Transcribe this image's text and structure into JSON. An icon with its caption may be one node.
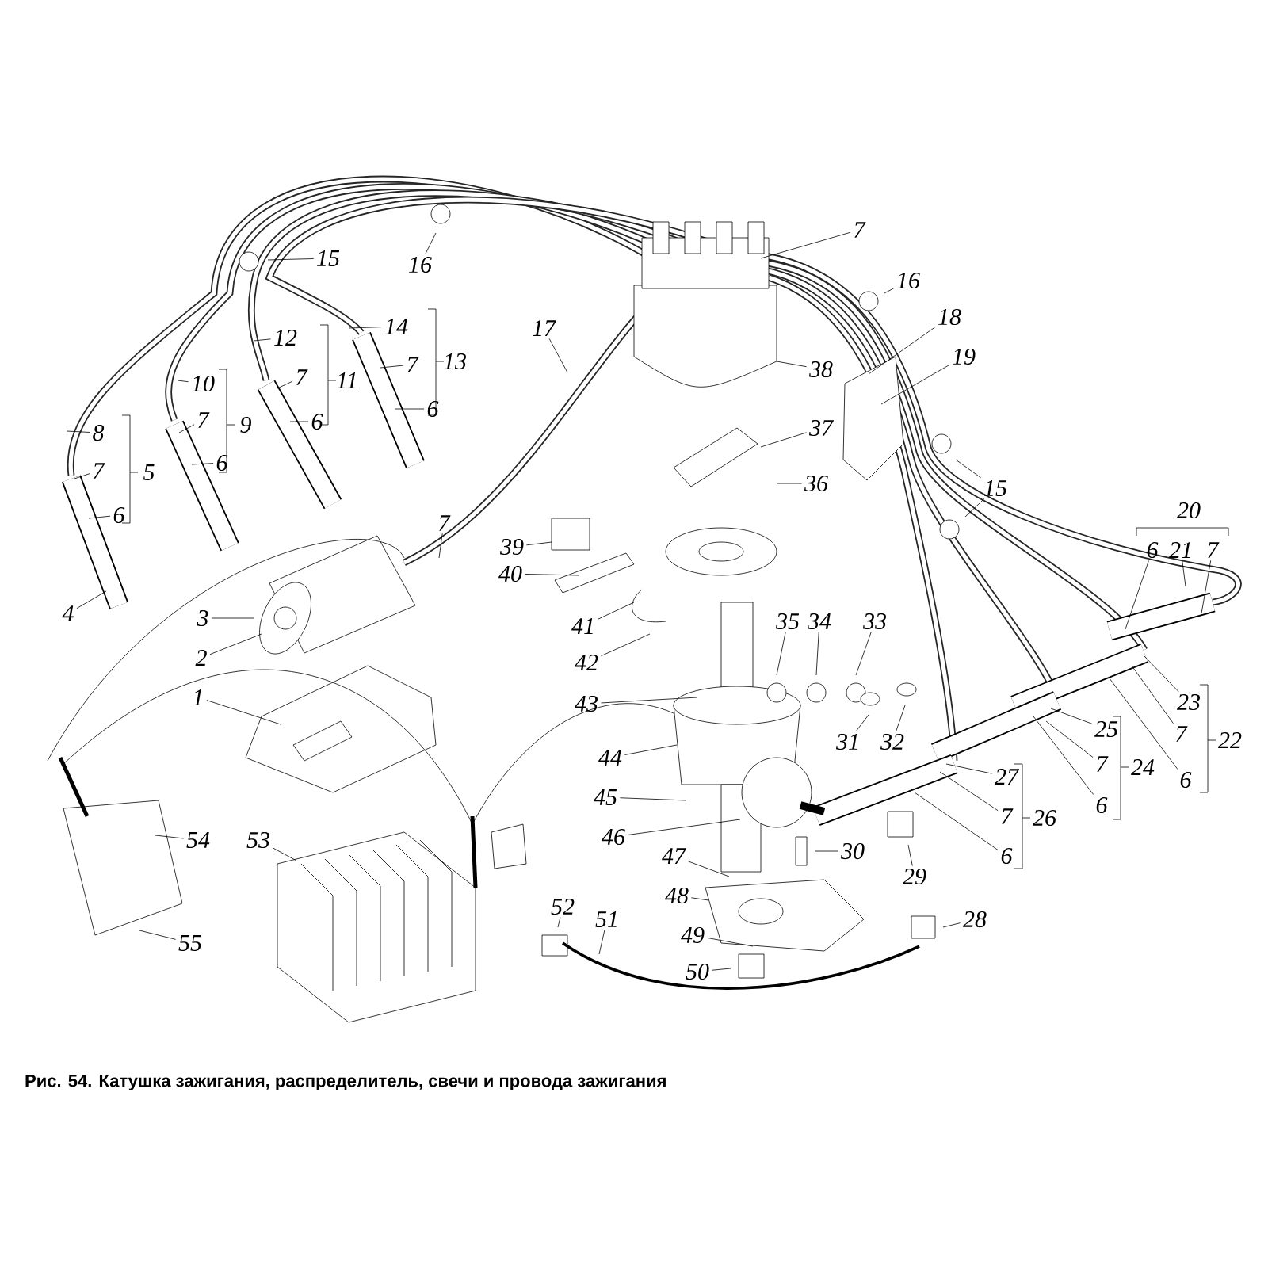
{
  "diagram": {
    "caption": "Рис. 54. Катушка зажигания, распределитель, свечи и провода зажигания",
    "nodes": [
      {
        "text": [
          "15"
        ]
      },
      {
        "text": [
          "16"
        ]
      },
      {
        "text": [
          "7"
        ]
      },
      {
        "text": [
          "16"
        ]
      },
      {
        "text": [
          "18"
        ]
      },
      {
        "text": [
          "14"
        ]
      },
      {
        "text": [
          "17"
        ]
      },
      {
        "text": [
          "12"
        ]
      },
      {
        "text": [
          "19"
        ]
      },
      {
        "text": [
          "7"
        ]
      },
      {
        "text": [
          "38"
        ]
      },
      {
        "text": [
          "7"
        ]
      },
      {
        "text": [
          "10"
        ]
      },
      {
        "text": [
          "6"
        ]
      },
      {
        "text": [
          "6"
        ]
      },
      {
        "text": [
          "7"
        ]
      },
      {
        "text": [
          "37"
        ]
      },
      {
        "text": [
          "8"
        ]
      },
      {
        "text": [
          "6"
        ]
      },
      {
        "text": [
          "7"
        ]
      },
      {
        "text": [
          "36"
        ]
      },
      {
        "text": [
          "15"
        ]
      },
      {
        "text": [
          "6"
        ]
      },
      {
        "text": [
          "7"
        ]
      },
      {
        "text": [
          "39"
        ]
      },
      {
        "text": [
          "6"
        ]
      },
      {
        "text": [
          "21"
        ]
      },
      {
        "text": [
          "7"
        ]
      },
      {
        "text": [
          "40"
        ]
      },
      {
        "text": [
          "4"
        ]
      },
      {
        "text": [
          "3"
        ]
      },
      {
        "text": [
          "35"
        ]
      },
      {
        "text": [
          "34"
        ]
      },
      {
        "text": [
          "33"
        ]
      },
      {
        "text": [
          "41"
        ]
      },
      {
        "text": [
          "2"
        ]
      },
      {
        "text": [
          "42"
        ]
      },
      {
        "text": [
          "1"
        ]
      },
      {
        "text": [
          "23"
        ]
      },
      {
        "text": [
          "43"
        ]
      },
      {
        "text": [
          "25"
        ]
      },
      {
        "text": [
          "7"
        ]
      },
      {
        "text": [
          "31"
        ]
      },
      {
        "text": [
          "32"
        ]
      },
      {
        "text": [
          "44"
        ]
      },
      {
        "text": [
          "7"
        ]
      },
      {
        "text": [
          "27"
        ]
      },
      {
        "text": [
          "6"
        ]
      },
      {
        "text": [
          "45"
        ]
      },
      {
        "text": [
          "6"
        ]
      },
      {
        "text": [
          "7"
        ]
      },
      {
        "text": [
          "46"
        ]
      },
      {
        "text": [
          "54"
        ]
      },
      {
        "text": [
          "53"
        ]
      },
      {
        "text": [
          "30"
        ]
      },
      {
        "text": [
          "6"
        ]
      },
      {
        "text": [
          "47"
        ]
      },
      {
        "text": [
          "29"
        ]
      },
      {
        "text": [
          "48"
        ]
      },
      {
        "text": [
          "52"
        ]
      },
      {
        "text": [
          "28"
        ]
      },
      {
        "text": [
          "51"
        ]
      },
      {
        "text": [
          "49"
        ]
      },
      {
        "text": [
          "55"
        ]
      },
      {
        "text": [
          "50"
        ]
      }
    ],
    "edges": [
      {
        "from": 0,
        "to": null,
        "arrow": "none"
      },
      {
        "from": 1,
        "to": null,
        "arrow": "none"
      },
      {
        "from": 2,
        "to": null,
        "arrow": "none"
      },
      {
        "from": 3,
        "to": null,
        "arrow": "none"
      },
      {
        "from": 4,
        "to": null,
        "arrow": "none"
      },
      {
        "from": 5,
        "to": null,
        "arrow": "none"
      },
      {
        "from": 6,
        "to": null,
        "arrow": "none"
      },
      {
        "from": 7,
        "to": null,
        "arrow": "none"
      },
      {
        "from": 8,
        "to": null,
        "arrow": "none"
      },
      {
        "from": 9,
        "to": null,
        "arrow": "none"
      },
      {
        "from": 10,
        "to": null,
        "arrow": "none"
      },
      {
        "from": 11,
        "to": null,
        "arrow": "none"
      },
      {
        "from": 12,
        "to": null,
        "arrow": "none"
      },
      {
        "from": 13,
        "to": null,
        "arrow": "none"
      },
      {
        "from": 14,
        "to": null,
        "arrow": "none"
      },
      {
        "from": 15,
        "to": null,
        "arrow": "none"
      },
      {
        "from": 16,
        "to": null,
        "arrow": "none"
      },
      {
        "from": 17,
        "to": null,
        "arrow": "none"
      },
      {
        "from": 18,
        "to": null,
        "arrow": "none"
      },
      {
        "from": 19,
        "to": null,
        "arrow": "none"
      },
      {
        "from": 20,
        "to": null,
        "arrow": "none"
      },
      {
        "from": 21,
        "to": null,
        "arrow": "none"
      },
      {
        "from": 21,
        "to": null,
        "arrow": "none"
      },
      {
        "from": 22,
        "to": null,
        "arrow": "none"
      },
      {
        "from": 23,
        "to": null,
        "arrow": "none"
      },
      {
        "from": 24,
        "to": null,
        "arrow": "none"
      },
      {
        "from": 25,
        "to": null,
        "arrow": "none"
      },
      {
        "from": 26,
        "to": null,
        "arrow": "none"
      },
      {
        "from": 27,
        "to": null,
        "arrow": "none"
      },
      {
        "from": 28,
        "to": null,
        "arrow": "none"
      },
      {
        "from": 29,
        "to": null,
        "arrow": "none"
      },
      {
        "from": 30,
        "to": null,
        "arrow": "none"
      },
      {
        "from": 31,
        "to": null,
        "arrow": "none"
      },
      {
        "from": 32,
        "to": null,
        "arrow": "none"
      },
      {
        "from": 33,
        "to": null,
        "arrow": "none"
      },
      {
        "from": 34,
        "to": null,
        "arrow": "none"
      },
      {
        "from": 35,
        "to": null,
        "arrow": "none"
      },
      {
        "from": 36,
        "to": null,
        "arrow": "none"
      },
      {
        "from": 37,
        "to": null,
        "arrow": "none"
      },
      {
        "from": 38,
        "to": null,
        "arrow": "none"
      },
      {
        "from": 39,
        "to": null,
        "arrow": "none"
      },
      {
        "from": 40,
        "to": null,
        "arrow": "none"
      },
      {
        "from": 41,
        "to": null,
        "arrow": "none"
      },
      {
        "from": 42,
        "to": null,
        "arrow": "none"
      },
      {
        "from": 43,
        "to": null,
        "arrow": "none"
      },
      {
        "from": 44,
        "to": null,
        "arrow": "none"
      },
      {
        "from": 45,
        "to": null,
        "arrow": "none"
      },
      {
        "from": 46,
        "to": null,
        "arrow": "none"
      },
      {
        "from": 47,
        "to": null,
        "arrow": "none"
      },
      {
        "from": 48,
        "to": null,
        "arrow": "none"
      },
      {
        "from": 49,
        "to": null,
        "arrow": "none"
      },
      {
        "from": 50,
        "to": null,
        "arrow": "none"
      },
      {
        "from": 51,
        "to": null,
        "arrow": "none"
      },
      {
        "from": 52,
        "to": null,
        "arrow": "none"
      },
      {
        "from": 53,
        "to": null,
        "arrow": "none"
      },
      {
        "from": 54,
        "to": null,
        "arrow": "none"
      },
      {
        "from": 55,
        "to": null,
        "arrow": "none"
      },
      {
        "from": 56,
        "to": null,
        "arrow": "none"
      },
      {
        "from": 57,
        "to": null,
        "arrow": "none"
      },
      {
        "from": 58,
        "to": null,
        "arrow": "none"
      },
      {
        "from": 59,
        "to": null,
        "arrow": "none"
      },
      {
        "from": 60,
        "to": null,
        "arrow": "none"
      },
      {
        "from": 61,
        "to": null,
        "arrow": "none"
      },
      {
        "from": 62,
        "to": null,
        "arrow": "none"
      },
      {
        "from": 63,
        "to": null,
        "arrow": "none"
      },
      {
        "from": 64,
        "to": null,
        "arrow": "none"
      }
    ],
    "labels": [
      "13",
      "11",
      "9",
      "5",
      "20",
      "22",
      "24",
      "26"
    ]
  }
}
